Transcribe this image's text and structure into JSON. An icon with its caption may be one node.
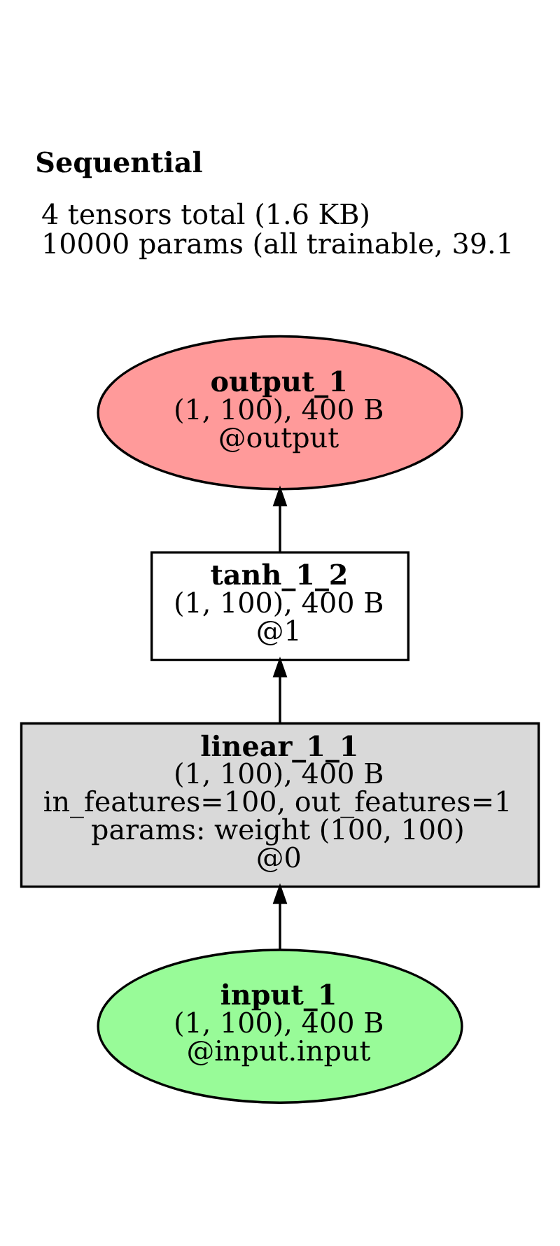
{
  "diagram": {
    "title": "Sequential",
    "nodes": [
      {
        "text": [
          "output_1",
          "(1, 100), 400 B",
          "@output"
        ]
      },
      {
        "text": [
          "tanh_1_2",
          "(1, 100), 400 B",
          "@1"
        ]
      },
      {
        "text": [
          "linear_1_1",
          "(1, 100), 400 B",
          "in_features=100, out_features=1",
          "params: weight (100, 100)",
          "@0"
        ]
      },
      {
        "text": [
          "input_1",
          "(1, 100), 400 B",
          "@input.input"
        ]
      }
    ],
    "edges": [
      {
        "from": 3,
        "to": 2,
        "arrow": "to"
      },
      {
        "from": 2,
        "to": 1,
        "arrow": "to"
      },
      {
        "from": 1,
        "to": 0,
        "arrow": "to"
      }
    ],
    "labels": [
      "4 tensors total (1.6 KB)",
      "10000 params (all trainable, 39.1"
    ]
  }
}
